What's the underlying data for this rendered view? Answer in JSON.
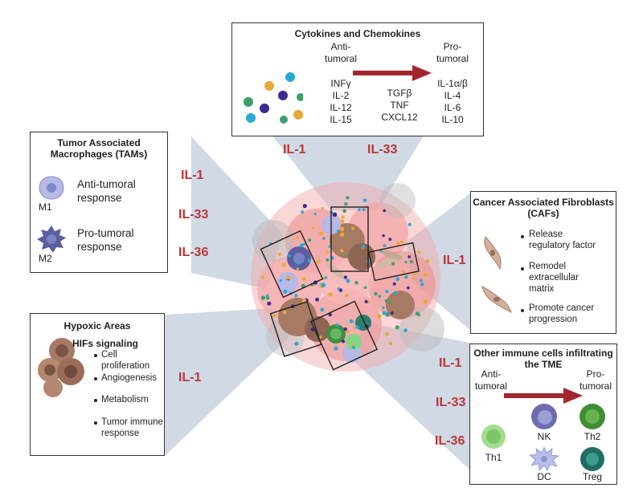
{
  "cytokines": {
    "title": "Cytokines and Chemokines",
    "anti_label": "Anti-\ntumoral",
    "pro_label": "Pro-\ntumoral",
    "anti_list": "INFγ\nIL-2\nIL-12\nIL-15",
    "middle_list": "TGFβ\nTNF\nCXCL12",
    "pro_list": "IL-1α/β\nIL-4\nIL-6\nIL-10"
  },
  "tam": {
    "title": "Tumor Associated\nMacrophages (TAMs)",
    "anti": "Anti-tumoral\nresponse",
    "pro": "Pro-tumoral\nresponse",
    "m1": "M1",
    "m2": "M2"
  },
  "hypoxic": {
    "title": "Hypoxic Areas",
    "subtitle": "HIFs signaling",
    "items": [
      "Cell proliferation",
      "Angiogenesis",
      "Metabolism",
      "Tumor immune\nresponse"
    ]
  },
  "caf": {
    "title": "Cancer Associated Fibroblasts\n(CAFs)",
    "items": [
      "Release\nregulatory factor",
      "Remodel\nextracellular\nmatrix",
      "Promote cancer\nprogression"
    ]
  },
  "immune": {
    "title": "Other immune cells infiltrating\nthe TME",
    "anti_label": "Anti-\ntumoral",
    "pro_label": "Pro-\ntumoral",
    "cells": [
      "Th1",
      "NK",
      "Th2",
      "DC",
      "Treg"
    ]
  },
  "interleukins": {
    "top": [
      "IL-1",
      "IL-33"
    ],
    "tam": [
      "IL-1",
      "IL-33",
      "IL-36"
    ],
    "hypoxic": [
      "IL-1"
    ],
    "caf": [
      "IL-1"
    ],
    "immune": [
      "IL-1",
      "IL-33",
      "IL-36"
    ]
  },
  "colors": {
    "il_red": "#b83737",
    "arrow": "#a3262f",
    "wedge": "#c9d2e1",
    "tumor": "#f4a7a7",
    "border": "#333333"
  }
}
